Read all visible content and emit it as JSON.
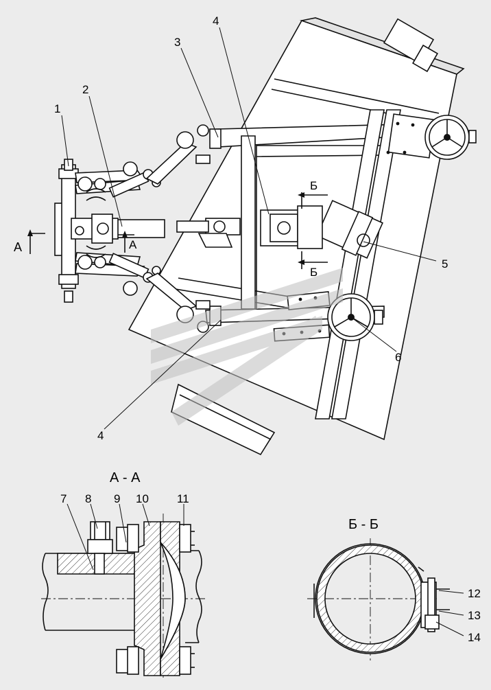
{
  "callouts": {
    "c1": "1",
    "c2": "2",
    "c3": "3",
    "c4top": "4",
    "c4bottom": "4",
    "c5": "5",
    "c6": "6",
    "c7": "7",
    "c8": "8",
    "c9": "9",
    "c10": "10",
    "c11": "11",
    "c12": "12",
    "c13": "13",
    "c14": "14"
  },
  "section_marks": {
    "a_left": "А",
    "a_right": "А",
    "b_top": "Б",
    "b_bottom": "Б"
  },
  "section_titles": {
    "aa": "А - А",
    "bb": "Б - Б"
  }
}
